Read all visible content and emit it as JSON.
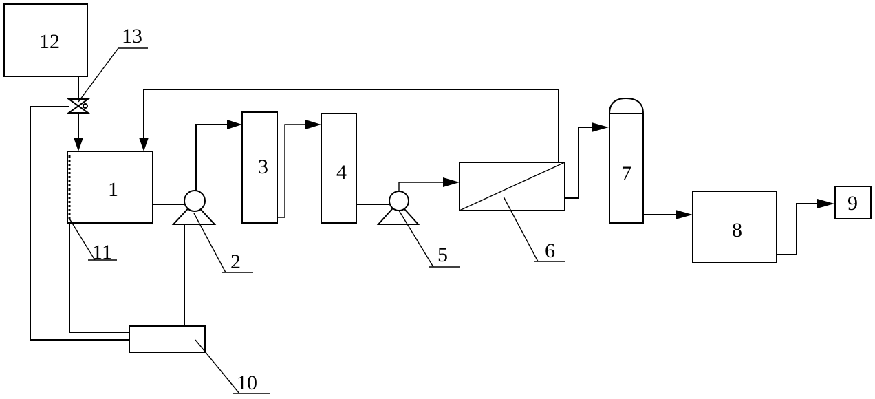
{
  "diagram": {
    "labels": {
      "n1": "1",
      "n2": "2",
      "n3": "3",
      "n4": "4",
      "n5": "5",
      "n6": "6",
      "n7": "7",
      "n8": "8",
      "n9": "9",
      "n10": "10",
      "n11": "11",
      "n12": "12",
      "n13": "13"
    }
  }
}
